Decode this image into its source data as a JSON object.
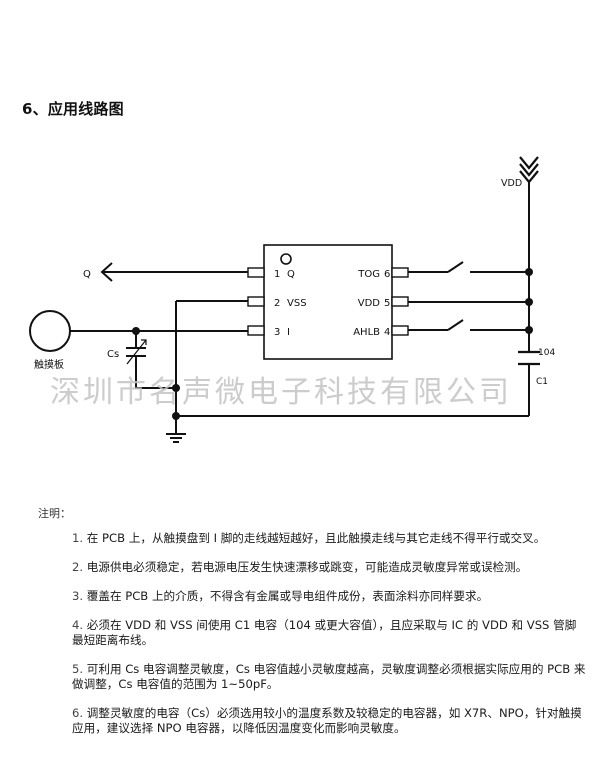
{
  "document": {
    "section_title": "6、应用线路图",
    "watermark": "深圳市名声微电子科技有限公司"
  },
  "circuit": {
    "labels": {
      "vdd_supply": "VDD",
      "output_q": "Q",
      "touch_pad": "触摸板",
      "cs_label": "Cs",
      "cap_value": "104",
      "c1_label": "C1"
    },
    "pins": [
      {
        "number": "1",
        "name": "Q"
      },
      {
        "number": "2",
        "name": "VSS"
      },
      {
        "number": "3",
        "name": "I"
      },
      {
        "number": "4",
        "name": "AHLB"
      },
      {
        "number": "5",
        "name": "VDD"
      },
      {
        "number": "6",
        "name": "TOG"
      }
    ]
  },
  "notes": {
    "heading": "注明：",
    "items": [
      {
        "number": "1.",
        "text": "在 PCB 上，从触摸盘到 I 脚的走线越短越好，且此触摸走线与其它走线不得平行或交叉。"
      },
      {
        "number": "2.",
        "text": "电源供电必须稳定，若电源电压发生快速漂移或跳变，可能造成灵敏度异常或误检测。"
      },
      {
        "number": "3.",
        "text": "覆盖在 PCB 上的介质，不得含有金属或导电组件成份，表面涂料亦同样要求。"
      },
      {
        "number": "4.",
        "text": "必须在 VDD 和 VSS 间使用 C1 电容（104 或更大容值），且应采取与 IC 的 VDD 和 VSS 管脚最短距离布线。"
      },
      {
        "number": "5.",
        "text": "可利用 Cs 电容调整灵敏度，Cs 电容值越小灵敏度越高，灵敏度调整必须根据实际应用的 PCB 来做调整，Cs 电容值的范围为 1~50pF。"
      },
      {
        "number": "6.",
        "text": "调整灵敏度的电容（Cs）必须选用较小的温度系数及较稳定的电容器，如 X7R、NPO，针对触摸应用，建议选择 NPO 电容器，以降低因温度变化而影响灵敏度。"
      }
    ]
  }
}
